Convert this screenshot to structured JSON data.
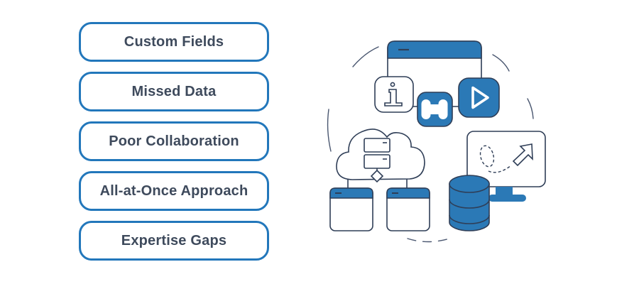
{
  "theme": {
    "accent": "#2b79b6",
    "border": "#2277bb",
    "outline": "#2f3e57",
    "text": "#3e4a5c",
    "arc": "#4a5770",
    "background": "#ffffff"
  },
  "problems": {
    "items": [
      "Custom Fields",
      "Missed Data",
      "Poor Collaboration",
      "All-at-Once Approach",
      "Expertise Gaps"
    ]
  },
  "illustration": {
    "icons": [
      "dashed-circle",
      "browser-window",
      "info-icon",
      "gamepad-icon",
      "play-icon",
      "cloud-servers-icon",
      "app-window-icon",
      "database-icon",
      "monitor-arrow-icon"
    ]
  }
}
